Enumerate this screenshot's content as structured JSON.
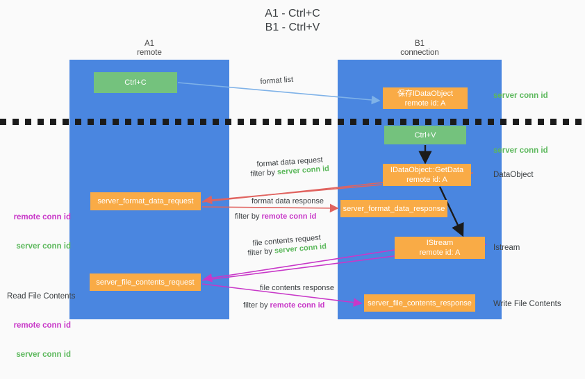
{
  "title": "A1 - Ctrl+C\nB1 - Ctrl+V",
  "lanes": {
    "a": {
      "name": "A1",
      "role": "remote",
      "header": "A1\nremote"
    },
    "b": {
      "name": "B1",
      "role": "connection",
      "header": "B1\nconnection"
    }
  },
  "boxes": {
    "ctrl_c": "Ctrl+C",
    "save_dataobject": "保存IDataObject\nremote id: A",
    "ctrl_v": "Ctrl+V",
    "getdata": "IDataObject::GetData\nremote id: A",
    "format_data_request": "server_format_data_request",
    "format_data_response": "server_format_data_response",
    "istream": "IStream\nremote id: A",
    "file_contents_request": "server_file_contents_request",
    "file_contents_response": "server_file_contents_response"
  },
  "side_labels": {
    "server_conn_id_top": "server conn id",
    "server_conn_id_mid": "server conn id",
    "dataobject": "DataObject",
    "istream": "Istream",
    "write_file_contents": "Write File Contents",
    "read_file_contents": "Read File Contents",
    "remote_conn_id": "remote conn id",
    "server_conn_id": "server conn id"
  },
  "captions": {
    "format_list": "format list",
    "format_data_request": "format data request",
    "format_data_request_filter_prefix": "filter by ",
    "format_data_request_filter_key": "server conn id",
    "format_data_response": "format data response",
    "format_data_response_filter_prefix": "filter by ",
    "format_data_response_filter_key": "remote conn id",
    "file_contents_request": "file contents request",
    "file_contents_request_filter_prefix": "filter by ",
    "file_contents_request_filter_key": "server conn id",
    "file_contents_response": "file contents response",
    "file_contents_response_filter_prefix": "filter by ",
    "file_contents_response_filter_key": "remote conn id"
  },
  "colors": {
    "lane": "#4a86e0",
    "green_box": "#74c27d",
    "orange_box": "#f9ab46",
    "server_conn_id": "#5cb85c",
    "remote_conn_id": "#c838c8",
    "arrow_blue": "#7fb2e8",
    "arrow_red": "#e0635f",
    "arrow_magenta": "#c838c8",
    "arrow_black": "#1b1b1b",
    "background": "#fafafa"
  }
}
